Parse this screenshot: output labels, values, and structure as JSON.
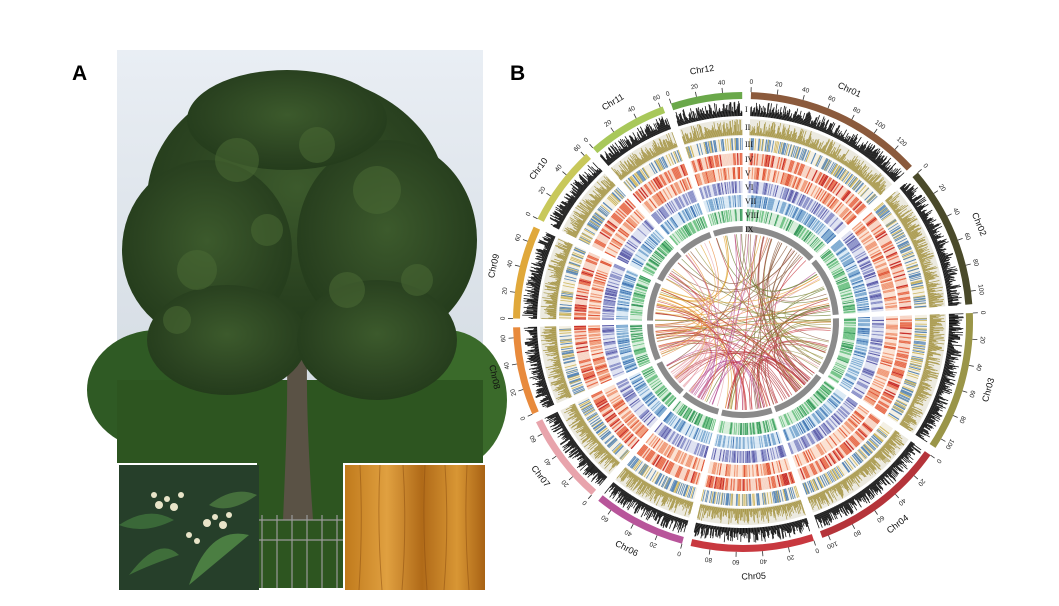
{
  "figure": {
    "panel_a_label": "A",
    "panel_b_label": "B"
  },
  "chart_data": {
    "type": "circos",
    "track_labels": [
      "I",
      "II",
      "III",
      "IV",
      "V",
      "VI",
      "VII",
      "VIII",
      "IX"
    ],
    "chromosomes": [
      {
        "name": "Chr01",
        "length": 138,
        "ticks": [
          0,
          20,
          40,
          60,
          80,
          100,
          120
        ],
        "color": "#8b5a3c"
      },
      {
        "name": "Chr02",
        "length": 110,
        "ticks": [
          0,
          20,
          40,
          60,
          80,
          100
        ],
        "color": "#4a4a2a"
      },
      {
        "name": "Chr03",
        "length": 108,
        "ticks": [
          0,
          20,
          40,
          60,
          80,
          100
        ],
        "color": "#9a9548"
      },
      {
        "name": "Chr04",
        "length": 105,
        "ticks": [
          0,
          20,
          40,
          60,
          80,
          100
        ],
        "color": "#b5343a"
      },
      {
        "name": "Chr05",
        "length": 95,
        "ticks": [
          0,
          20,
          40,
          60,
          80
        ],
        "color": "#c8383f"
      },
      {
        "name": "Chr06",
        "length": 72,
        "ticks": [
          0,
          20,
          40,
          60
        ],
        "color": "#b8559a"
      },
      {
        "name": "Chr07",
        "length": 70,
        "ticks": [
          0,
          20,
          40,
          60
        ],
        "color": "#e8a4ac"
      },
      {
        "name": "Chr08",
        "length": 68,
        "ticks": [
          0,
          20,
          40,
          60
        ],
        "color": "#e88a3c"
      },
      {
        "name": "Chr09",
        "length": 72,
        "ticks": [
          0,
          20,
          40,
          60
        ],
        "color": "#e0a83a"
      },
      {
        "name": "Chr10",
        "length": 62,
        "ticks": [
          0,
          20,
          40,
          60
        ],
        "color": "#c8c85a"
      },
      {
        "name": "Chr11",
        "length": 62,
        "ticks": [
          0,
          20,
          40,
          60
        ],
        "color": "#a8c85a"
      },
      {
        "name": "Chr12",
        "length": 55,
        "ticks": [
          0,
          20,
          40
        ],
        "color": "#6aa84a"
      }
    ],
    "link_colors": [
      "#8b5a3c",
      "#6a7a2a",
      "#9a9548",
      "#b5343a",
      "#c8383f",
      "#b8559a",
      "#e8a4ac",
      "#e88a3c",
      "#e0a83a"
    ]
  }
}
